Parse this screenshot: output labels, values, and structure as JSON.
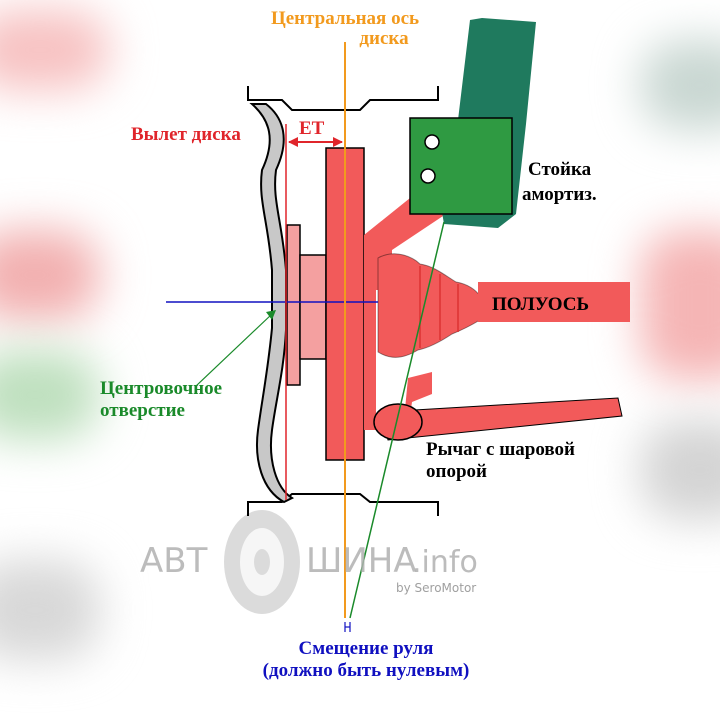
{
  "labels": {
    "center_axis": [
      "Центральная ось",
      "диска"
    ],
    "offset": "Вылет диска",
    "et": "ET",
    "strut": [
      "Стойка",
      "амортиз."
    ],
    "halfshaft": "ПОЛУОСЬ",
    "center_bore": [
      "Центровочное",
      "отверстие"
    ],
    "lever": [
      "Рычаг с шаровой",
      "опорой"
    ],
    "scrub": [
      "Смещение руля",
      "(должно быть нулевым)"
    ]
  },
  "watermark": {
    "brand_left": "АВТ",
    "brand_right": "ШИНА",
    "domain": ".info",
    "credit": "by SeroMotor"
  },
  "colors": {
    "red_label": "#e0252b",
    "orange_label": "#f29a1e",
    "green_label": "#1a8a2a",
    "blue_label": "#1010c0",
    "part_red": "#f25a5a",
    "part_pink": "#f4a0a0",
    "strut_teal": "#1f7a5e",
    "strut_green": "#2f9a42",
    "rim_gray": "#c8c8c8"
  }
}
